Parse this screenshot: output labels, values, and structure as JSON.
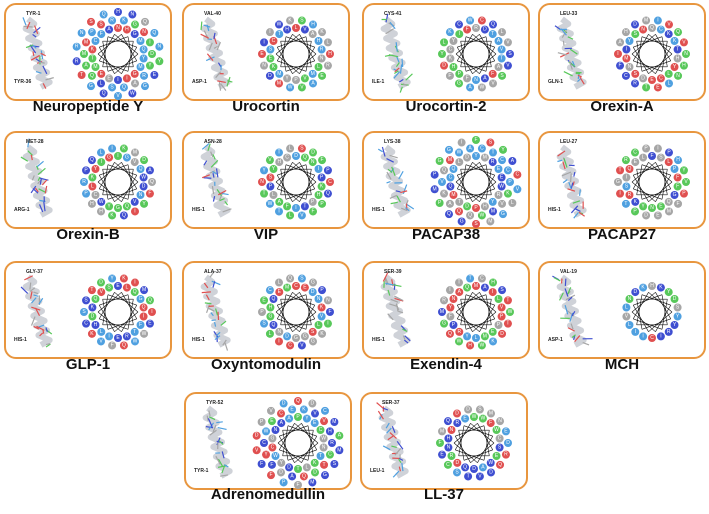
{
  "colors": {
    "frame": "#e8963f",
    "hydrophobic": "#a6a6a6",
    "acidic": "#e05050",
    "basic": "#3f4fd1",
    "polar": "#4fa0e0",
    "special": "#58c85a",
    "ribbon": "#cfd2d8"
  },
  "panels": [
    {
      "name": "Neuropeptide Y",
      "labels": [
        "TYR-36",
        "TYR-1"
      ],
      "rings": 3
    },
    {
      "name": "Urocortin",
      "labels": [
        "ASP-1",
        "VAL-40"
      ],
      "rings": 2
    },
    {
      "name": "Urocortin-2",
      "labels": [
        "ILE-1",
        "CYS-41"
      ],
      "rings": 2
    },
    {
      "name": "Orexin-A",
      "labels": [
        "GLN-1",
        "LEU-33"
      ],
      "rings": 2
    },
    {
      "name": "Orexin-B",
      "labels": [
        "ARG-1",
        "MET-28"
      ],
      "rings": 2
    },
    {
      "name": "VIP",
      "labels": [
        "HIS-1",
        "ASN-28"
      ],
      "rings": 2
    },
    {
      "name": "PACAP38",
      "labels": [
        "HIS-1",
        "LYS-38"
      ],
      "rings": 3
    },
    {
      "name": "PACAP27",
      "labels": [
        "HIS-1",
        "LEU-27"
      ],
      "rings": 2
    },
    {
      "name": "GLP-1",
      "labels": [
        "HIS-1",
        "GLY-37"
      ],
      "rings": 2
    },
    {
      "name": "Oxyntomodulin",
      "labels": [
        "HIS-1",
        "ALA-37"
      ],
      "rings": 2
    },
    {
      "name": "Exendin-4",
      "labels": [
        "HIS-1",
        "SER-39"
      ],
      "rings": 2
    },
    {
      "name": "MCH",
      "labels": [
        "ASP-1",
        "VAL-19"
      ],
      "rings": 1
    },
    {
      "name": "Adrenomedullin",
      "labels": [
        "TYR-1",
        "TYR-52"
      ],
      "rings": 3
    },
    {
      "name": "LL-37",
      "labels": [
        "LEU-1",
        "SER-37"
      ],
      "rings": 2
    }
  ]
}
